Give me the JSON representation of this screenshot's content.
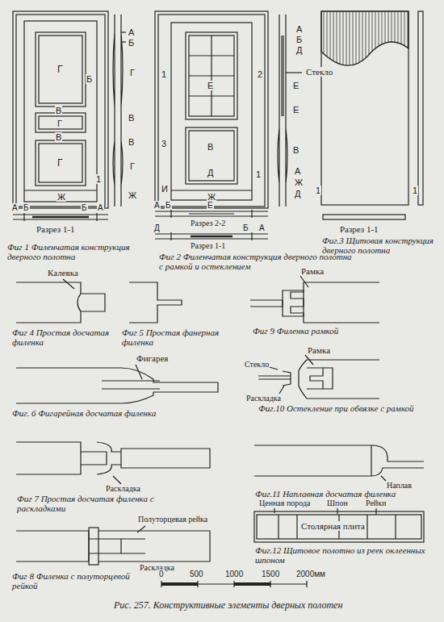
{
  "diagram": {
    "caption": "Рис. 257. Конструктивные элементы дверных полотен",
    "labels": [
      "Г",
      "В",
      "Г",
      "В",
      "Г",
      "Ж",
      "Б",
      "1",
      "А",
      "Б",
      "Г",
      "В",
      "В",
      "Г",
      "Ж",
      "А",
      "Б",
      "Б",
      "А",
      "Разрез 1-1",
      "Фиг 1 Филенчатая конструкция дверного полотна",
      "1",
      "2",
      "3",
      "Е",
      "В",
      "Д",
      "Ж",
      "И",
      "1",
      "А",
      "Б",
      "Д",
      "Е",
      "Стекло",
      "Е",
      "В",
      "А",
      "Ж",
      "Д",
      "А",
      "Б",
      "Е",
      "Разрез 2-2",
      "Д",
      "Б",
      "А",
      "Разрез 1-1",
      "Фиг 2 Филенчатая конструкция дверного полотна с рамкой и остеклением",
      "1",
      "1",
      "Разрез 1-1",
      "Фиг.3 Щитовая конструкция дверного полотна",
      "Калевка",
      "Фиг 4 Простая досчатая филенка",
      "Фиг 5 Простая фанерная филенка",
      "Рамка",
      "Фиг 9 Филенка рамкой",
      "Фигарея",
      "Фиг. 6 Фигарейная досчатая филенка",
      "Рамка",
      "Стекло",
      "Раскладка",
      "Фиг.10 Остекление при обвязке с рамкой",
      "Раскладка",
      "Фиг 7 Простая досчатая филенка с раскладками",
      "Наплав",
      "Фиг.11 Наплавная досчатая филенка",
      "Полуторцевая рейка",
      "Раскладка",
      "Фиг 8 Филенка с полуторцевой рейкой",
      "Ценная порода",
      "Шпон",
      "Рейки",
      "Столярная плита",
      "Фиг.12 Щитовое полотно из реек оклеенных шпоном",
      "0",
      "500",
      "1000",
      "1500",
      "2000мм"
    ]
  }
}
